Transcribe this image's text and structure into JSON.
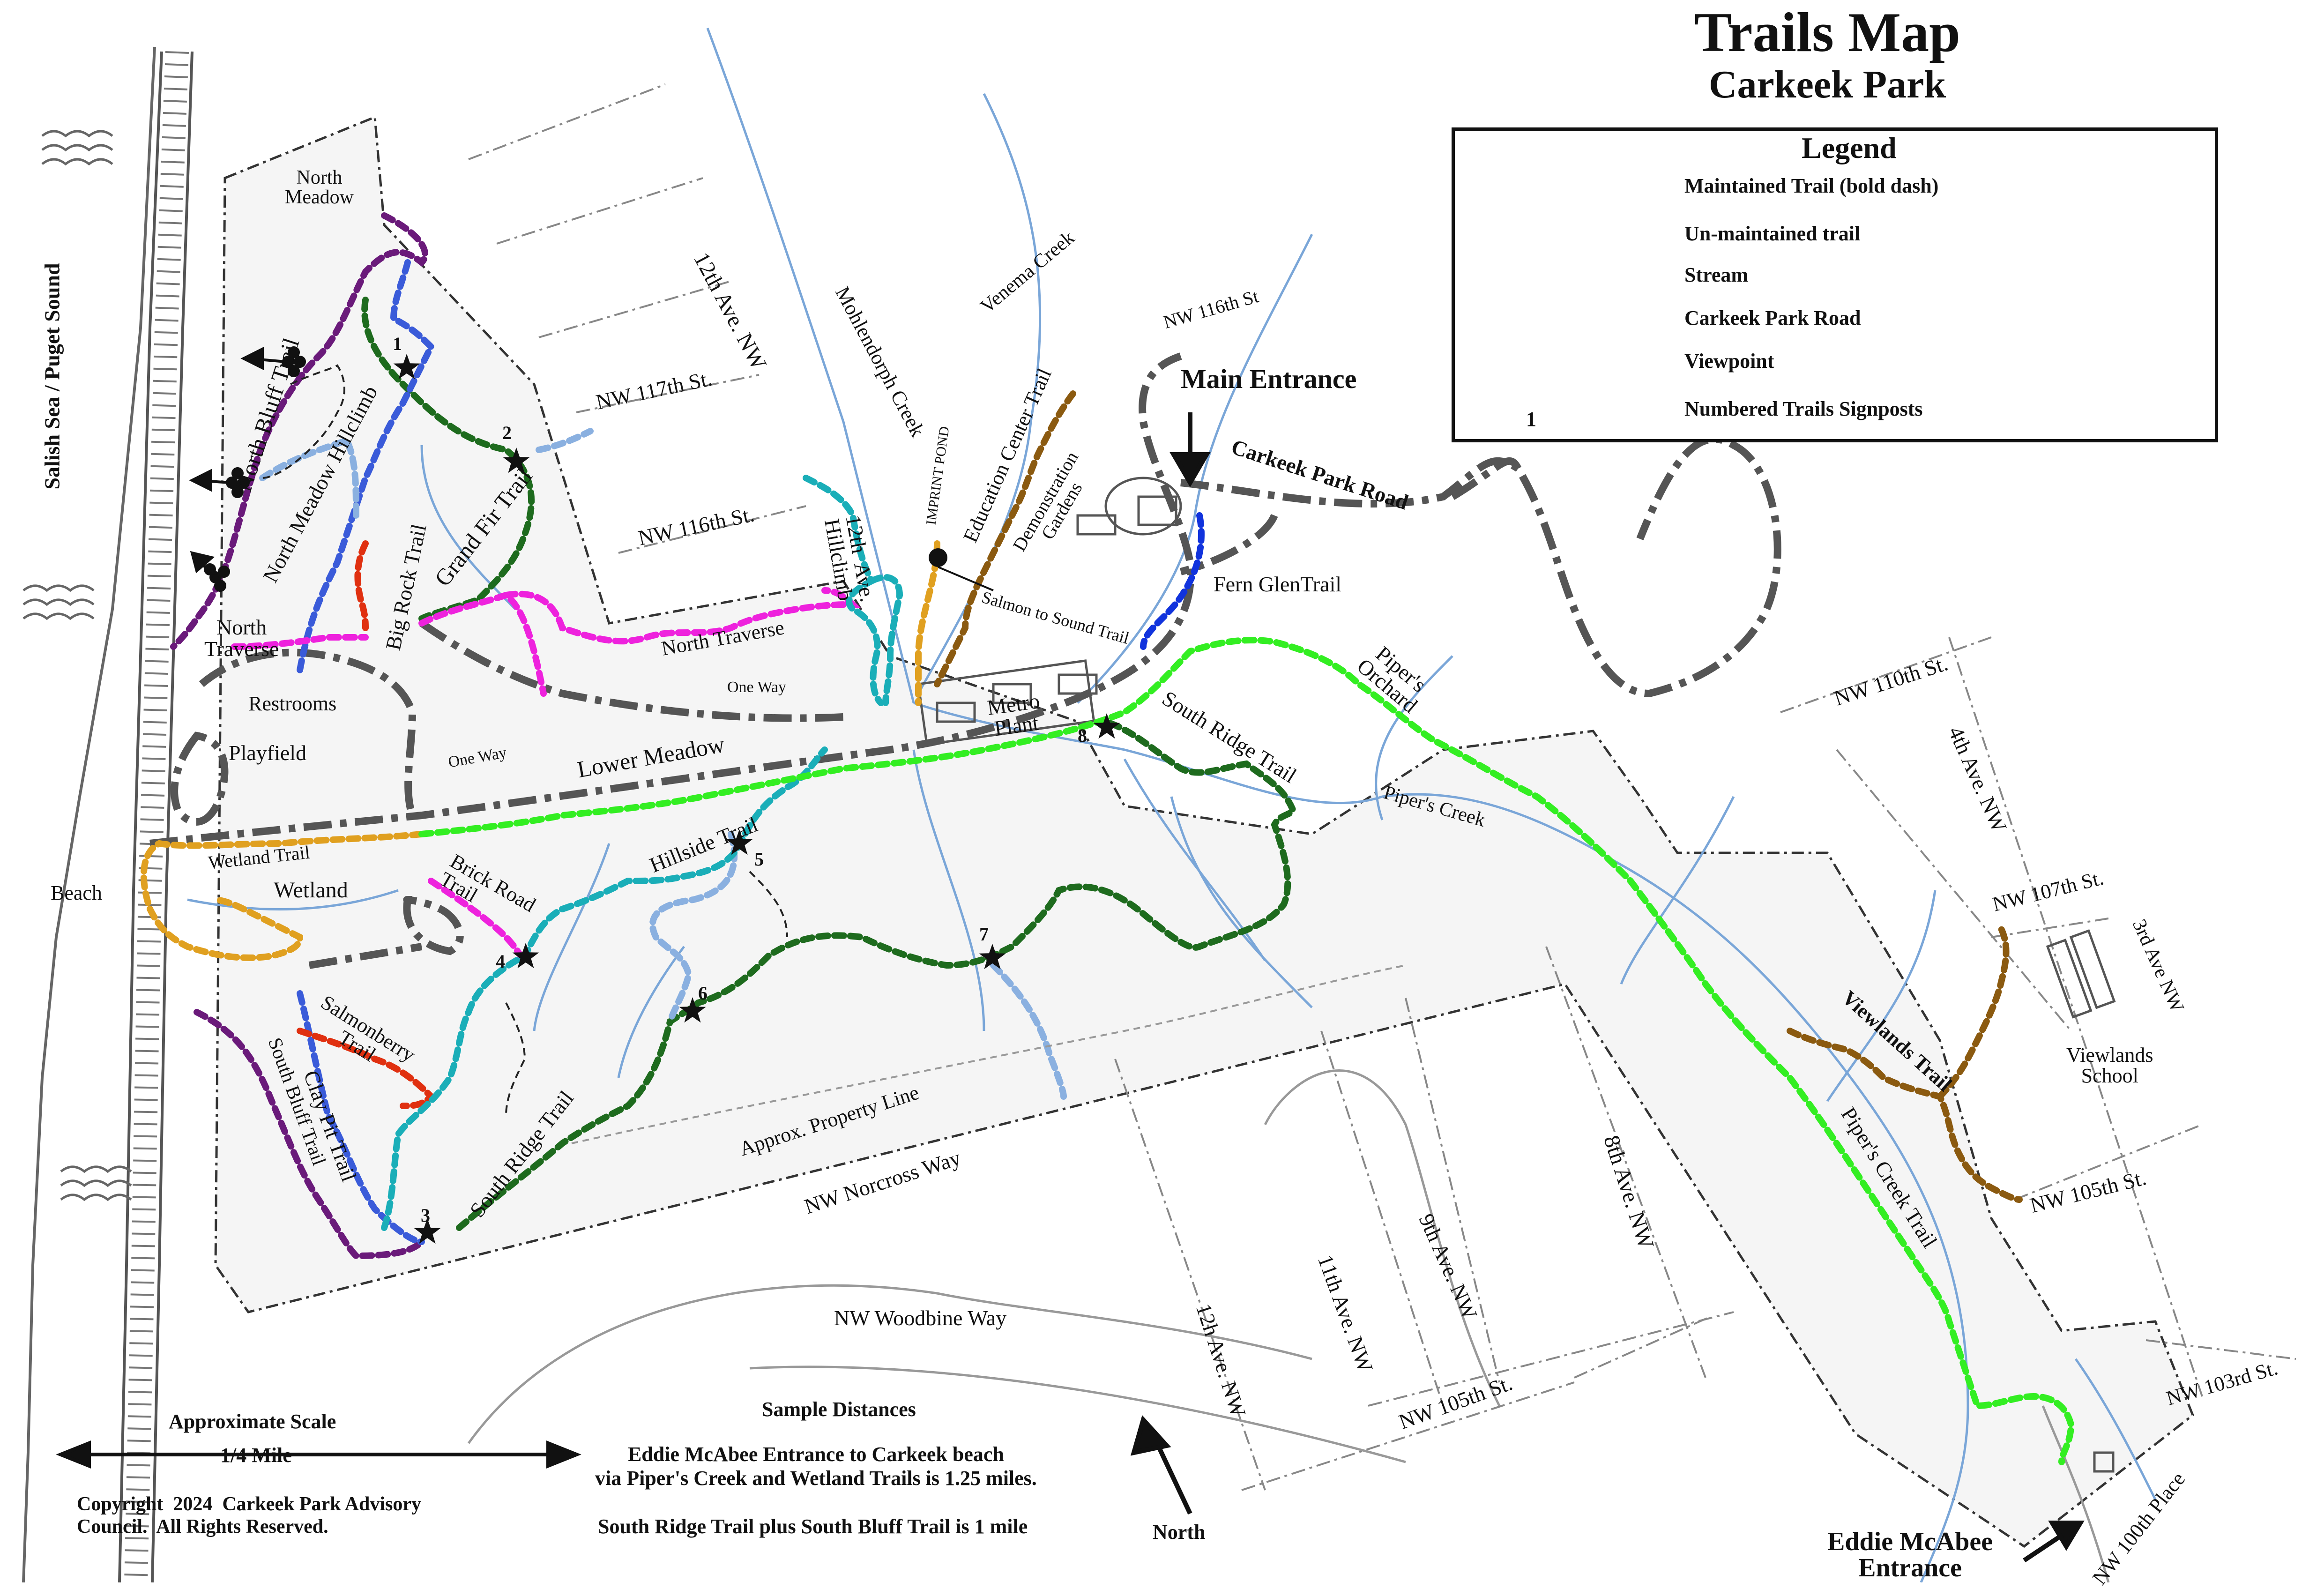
{
  "title": "Trails Map",
  "subtitle": "Carkeek Park",
  "legend": {
    "heading": "Legend",
    "items": [
      {
        "symbol": "maintained-trail-swatch",
        "label": "Maintained Trail (bold dash)"
      },
      {
        "symbol": "unmaintained-trail-swatch",
        "label": "Un-maintained trail"
      },
      {
        "symbol": "stream-swatch",
        "label": "Stream"
      },
      {
        "symbol": "park-road-swatch",
        "label": "Carkeek Park Road"
      },
      {
        "symbol": "viewpoint-icon",
        "label": "Viewpoint"
      },
      {
        "symbol": "signpost-star-icon",
        "label": "Numbered Trails Signposts",
        "number": "1"
      }
    ]
  },
  "colors": {
    "stream": "#7aa6d8",
    "road": "#555555",
    "purple": "#6a1a7a",
    "darkgreen": "#1e6b1e",
    "blue": "#3a5bd9",
    "lightblue": "#8ab0e0",
    "red": "#e03010",
    "magenta": "#ee22dd",
    "teal": "#1aaeb8",
    "orange": "#e0a020",
    "brown": "#8b5a10",
    "brightgreen": "#33ee22",
    "royalblue": "#1133dd"
  },
  "labels": {
    "water": "Salish Sea / Puget Sound",
    "north_meadow": "North\nMeadow",
    "north_bluff_trail": "North  Bluff  Trail",
    "north_meadow_hillclimb": "North Meadow Hillclimb",
    "big_rock_trail": "Big Rock Trail",
    "grand_fir_trail": "Grand Fir Trail",
    "north_traverse_1": "North\nTraverse",
    "north_traverse_2": "North  Traverse",
    "restrooms": "Restrooms",
    "playfield": "Playfield",
    "one_way_1": "One Way",
    "one_way_2": "One Way",
    "lower_meadow": "Lower Meadow",
    "beach": "Beach",
    "wetland_trail": "Wetland Trail",
    "wetland": "Wetland",
    "brick_road_trail": "Brick Road\nTrail",
    "hillside_trail": "Hillside Trail",
    "salmonberry_trail": "Salmonberry\nTrail",
    "clay_pit_trail": "Clay Pit Trail",
    "south_bluff_trail": "South Bluff Trail",
    "south_ridge_trail_1": "South Ridge Trail",
    "south_ridge_trail_2": "South Ridge Trail",
    "approx_property_line": "Approx. Property Line",
    "nw_norcross_way": "NW Norcross Way",
    "nw_woodbine_way": "NW Woodbine Way",
    "twelfth_ave_nw_top": "12th Ave. NW",
    "nw_117th": "NW 117th St.",
    "nw_116th_a": "NW 116th St.",
    "twelfth_ave_hillclimb": "12th  Ave.\nHillclimb",
    "mohlendorph_creek": "Mohlendorph  Creek",
    "venema_creek": "Venema Creek",
    "imprint_pond": "IMPRINT POND",
    "education_center_trail": "Education Center Trail",
    "demonstration_gardens": "Demonstration\nGardens",
    "nw_116th_b": "NW 116th St",
    "main_entrance": "Main Entrance",
    "carkeek_park_road": "Carkeek Park Road",
    "fern_glen_trail": "Fern GlenTrail",
    "salmon_to_sound_trail": "Salmon to Sound Trail",
    "metro_plant": "Metro\nPlant",
    "pipers_orchard": "Piper's\nOrchard",
    "pipers_creek": "Piper's Creek",
    "nw_110th": "NW 110th St.",
    "fourth_ave_nw": "4th Ave. NW",
    "nw_107th": "NW 107th St.",
    "third_ave_nw": "3rd Ave NW",
    "viewlands_trail": "Viewlands Trail",
    "viewlands_school": "Viewlands\nSchool",
    "nw_105th_a": "NW 105th St.",
    "pipers_creek_trail": "Piper's Creek Trail",
    "eighth_ave_nw": "8th Ave. NW",
    "ninth_ave_nw": "9th Ave. NW",
    "eleventh_ave_nw": "11th Ave. NW",
    "twelfth_ave_nw_bottom": "12h Ave. NW",
    "nw_105th_b": "NW 105th St.",
    "nw_103rd": "NW 103rd St.",
    "nw_100th_place": "NW 100th Place",
    "eddie_mcabee_entrance": "Eddie McAbee\nEntrance",
    "north_arrow": "North"
  },
  "signposts": [
    "1",
    "2",
    "3",
    "4",
    "5",
    "6",
    "7",
    "8"
  ],
  "footer": {
    "scale_title": "Approximate Scale",
    "scale_value": "1/4 Mile",
    "copyright": "Copyright  2024  Carkeek Park Advisory\nCouncil.  All Rights Reserved.",
    "sample_title": "Sample Distances",
    "sample_1": "Eddie McAbee Entrance to Carkeek beach\nvia Piper's Creek and Wetland Trails is 1.25 miles.",
    "sample_2": "South Ridge Trail plus South Bluff Trail is 1 mile"
  }
}
